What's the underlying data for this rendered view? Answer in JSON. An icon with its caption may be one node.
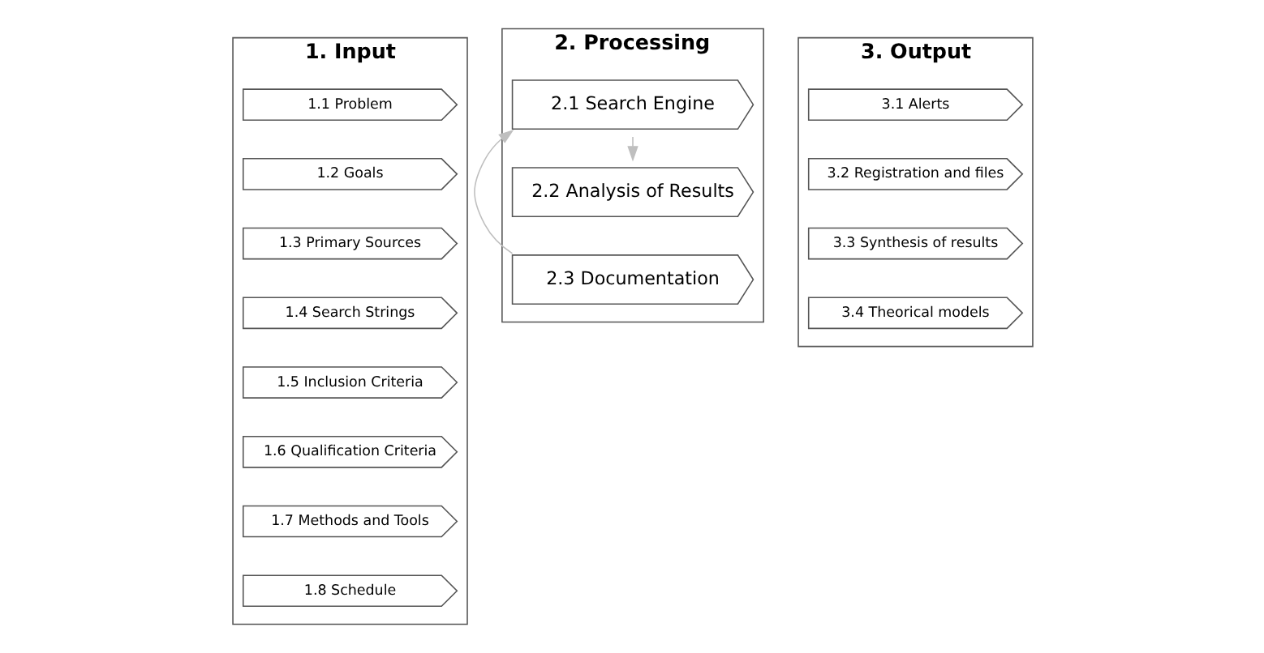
{
  "diagram": {
    "nodes": [
      {
        "text": [
          "1. Input"
        ]
      },
      {
        "text": [
          "1.1 Problem"
        ],
        "in": 0
      },
      {
        "text": [
          "1.2 Goals"
        ],
        "in": 0
      },
      {
        "text": [
          "1.3 Primary Sources"
        ],
        "in": 0
      },
      {
        "text": [
          "1.4 Search Strings"
        ],
        "in": 0
      },
      {
        "text": [
          "1.5 Inclusion Criteria"
        ],
        "in": 0
      },
      {
        "text": [
          "1.6 Qualification Criteria"
        ],
        "in": 0
      },
      {
        "text": [
          "1.7 Methods and Tools"
        ],
        "in": 0
      },
      {
        "text": [
          "1.8 Schedule"
        ],
        "in": 0
      },
      {
        "text": [
          "2. Processing"
        ]
      },
      {
        "text": [
          "2.1 Search Engine"
        ],
        "in": 9
      },
      {
        "text": [
          "2.2 Analysis of Results"
        ],
        "in": 9
      },
      {
        "text": [
          "2.3 Documentation"
        ],
        "in": 9
      },
      {
        "text": [
          "3. Output"
        ]
      },
      {
        "text": [
          "3.1 Alerts"
        ],
        "in": 13
      },
      {
        "text": [
          "3.2 Registration and files"
        ],
        "in": 13
      },
      {
        "text": [
          "3.3 Synthesis of results"
        ],
        "in": 13
      },
      {
        "text": [
          "3.4 Theorical models"
        ],
        "in": 13
      }
    ],
    "edges": [
      {
        "from": 10,
        "to": 11,
        "arrow": "to",
        "color": "#bfbfbf"
      },
      {
        "from": 12,
        "to": 10,
        "arrow": "to",
        "color": "#bfbfbf"
      }
    ]
  }
}
